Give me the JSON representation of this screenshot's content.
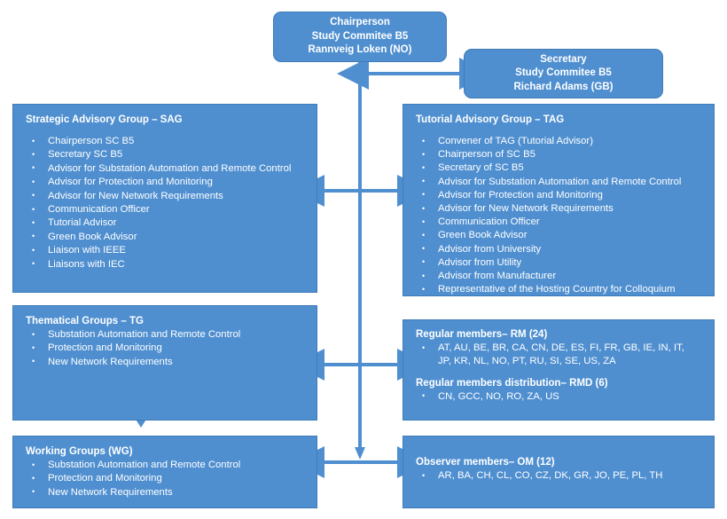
{
  "diagram": {
    "title": "CIGRE Study Committee B5 Organisation Chart",
    "colors": {
      "box_fill": "#4F8FD0",
      "box_border": "#3E7CB8",
      "connector": "#4F8FD0",
      "text": "#FFFFFF",
      "background": "#FFFFFF"
    }
  },
  "chairperson": {
    "line1": "Chairperson",
    "line2": "Study Commitee B5",
    "line3": "Rannveig Loken (NO)"
  },
  "secretary": {
    "line1": "Secretary",
    "line2": "Study Commitee B5",
    "line3": "Richard Adams (GB)"
  },
  "sag": {
    "title": "Strategic Advisory Group – SAG",
    "items": [
      "Chairperson  SC B5",
      "Secretary SC B5",
      "Advisor for Substation Automation and Remote Control",
      "Advisor for Protection and Monitoring",
      "Advisor for New Network Requirements",
      "Communication Officer",
      "Tutorial Advisor",
      "Green Book Advisor",
      "Liaison  with IEEE",
      "Liaisons  with IEC"
    ]
  },
  "tag": {
    "title": "Tutorial Advisory Group – TAG",
    "items": [
      "Convener of TAG (Tutorial Advisor)",
      "Chairperson  of SC B5",
      "Secretary of SC B5",
      "Advisor for Substation Automation and Remote Control",
      "Advisor for Protection and Monitoring",
      "Advisor for New Network Requirements",
      "Communication Officer",
      "Green Book Advisor",
      "Advisor from University",
      "Advisor from Utility",
      "Advisor from Manufacturer",
      "Representative of the Hosting Country for Colloquium"
    ]
  },
  "tg": {
    "title": "Thematical Groups – TG",
    "items": [
      "Substation Automation and Remote Control",
      "Protection and Monitoring",
      "New Network Requirements"
    ]
  },
  "members": {
    "rm_title": "Regular members–  RM (24)",
    "rm_line1": "AT, AU, BE, BR, CA, CN, DE, ES, FI, FR,  GB, IE, IN, IT,",
    "rm_line2": "JP, KR, NL, NO, PT, RU, SI, SE, US, ZA",
    "rmd_title": "Regular members  distribution– RMD (6)",
    "rmd_line1": "CN, GCC, NO, RO, ZA, US"
  },
  "wg": {
    "title": "Working Groups (WG)",
    "items": [
      "Substation Automation and Remote Control",
      "Protection and Monitoring",
      "New Network Requirements"
    ]
  },
  "om": {
    "title": "Observer members– OM (12)",
    "line1": "AR, BA, CH, CL, CO, CZ, DK, GR, JO, PE, PL, TH"
  }
}
